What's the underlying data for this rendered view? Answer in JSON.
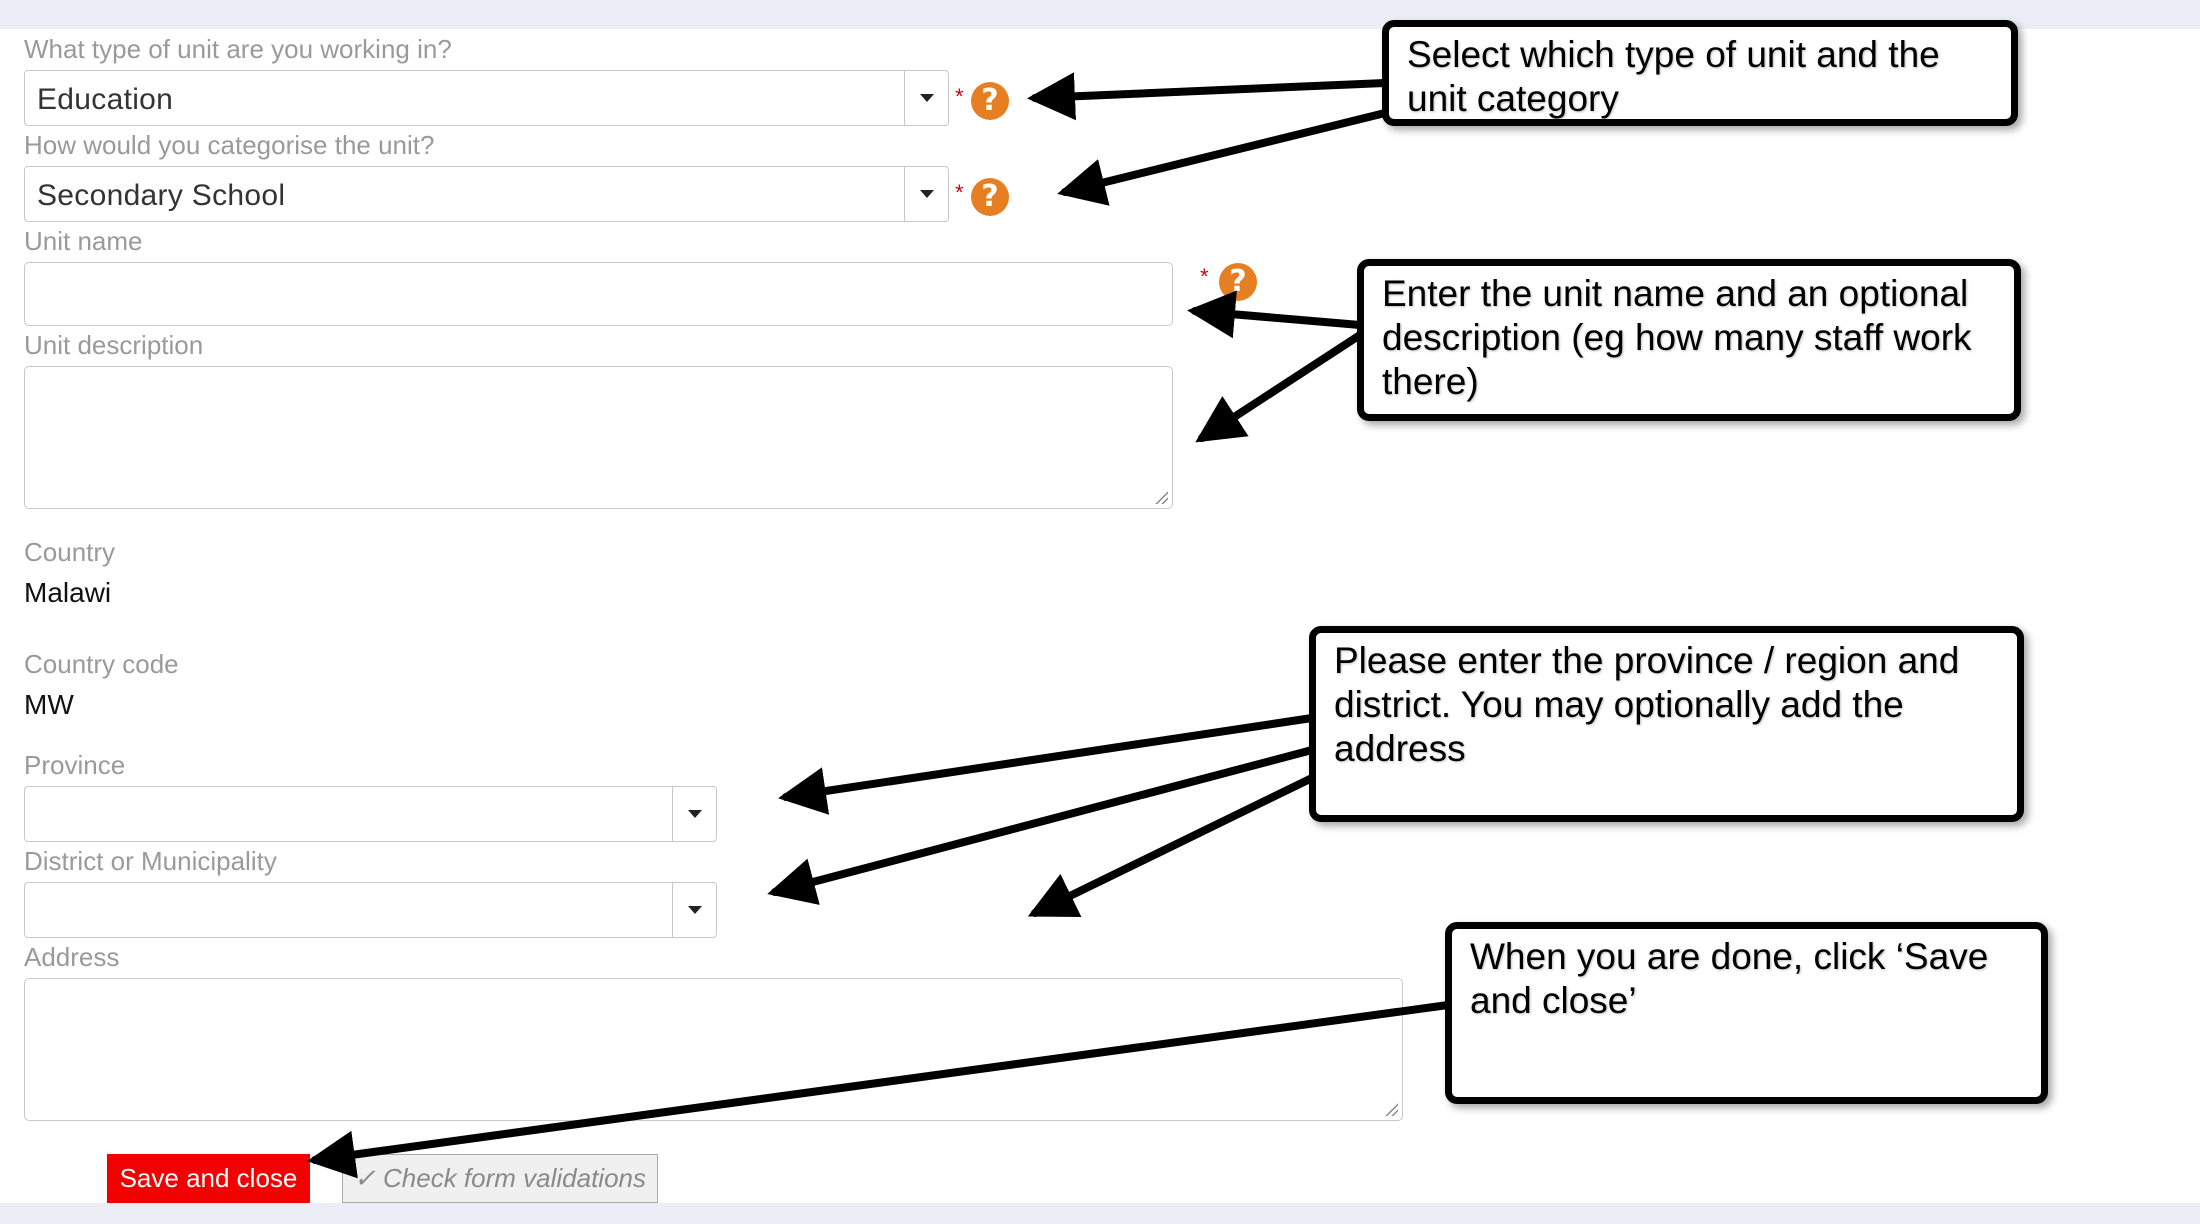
{
  "form": {
    "unit_type": {
      "label": "What type of unit are you working in?",
      "value": "Education"
    },
    "unit_category": {
      "label": "How would you categorise the unit?",
      "value": "Secondary School"
    },
    "unit_name": {
      "label": "Unit name",
      "value": ""
    },
    "unit_description": {
      "label": "Unit description",
      "value": ""
    },
    "country": {
      "label": "Country",
      "value": "Malawi"
    },
    "country_code": {
      "label": "Country code",
      "value": "MW"
    },
    "province": {
      "label": "Province",
      "value": ""
    },
    "district": {
      "label": "District or Municipality",
      "value": ""
    },
    "address": {
      "label": "Address",
      "value": ""
    },
    "required_mark": "*",
    "help_glyph": "?"
  },
  "buttons": {
    "save_close": "Save and close",
    "check_validations": "✓ Check form validations"
  },
  "callouts": {
    "unit_type": "Select which type of unit and the unit category",
    "unit_name": "Enter the unit name and an optional description (eg how many staff work there)",
    "province": "Please enter the province / region and district.  You may optionally add the address",
    "save": "When you are done, click ‘Save and close’"
  },
  "colors": {
    "help_icon": "#e67e22",
    "save_button": "#f30000",
    "required": "#d0021b",
    "background": "#ebeef6"
  },
  "icons": [
    "help-icon",
    "chevron-down-icon",
    "resize-grip-icon",
    "check-icon"
  ]
}
